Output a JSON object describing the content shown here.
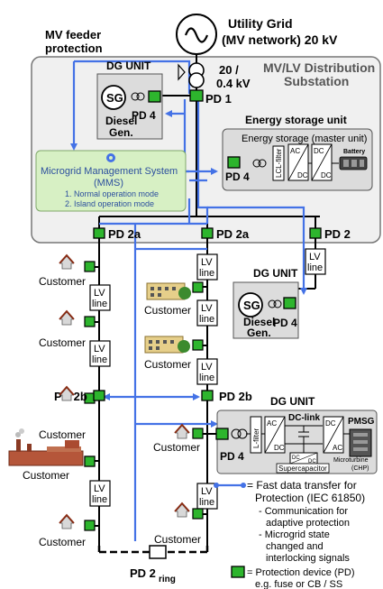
{
  "labels": {
    "mv_feeder_protection": [
      "MV feeder",
      "protection"
    ],
    "utility_grid": [
      "Utility Grid",
      "(MV network) 20 kV"
    ],
    "substation": [
      "MV/LV Distribution",
      "Substation"
    ],
    "transformer_ratio": [
      "20 /",
      "0.4 kV"
    ],
    "pd1": "PD 1",
    "dg_unit_1_title": "DG UNIT",
    "sg": "SG",
    "pd4": "PD 4",
    "diesel_gen": [
      "Diesel",
      "Gen."
    ],
    "energy_storage_title": "Energy storage unit",
    "energy_storage_box_title": "Energy storage (master unit)",
    "lcl_filter": "LCL-filter",
    "ac": "AC",
    "dc": "DC",
    "battery": "Battery",
    "mms_title": [
      "Microgrid Management System",
      "(MMS)"
    ],
    "mms_modes": [
      "1. Normal operation mode",
      "2. Island operation mode"
    ],
    "pd2a": "PD 2a",
    "pd2": "PD 2",
    "pd2b": "PD 2b",
    "pd2_ring_main": "PD 2",
    "pd2_ring_sub": "ring",
    "lv_line": [
      "LV",
      "line"
    ],
    "customer": "Customer",
    "dg_unit_2_title": "DG UNIT",
    "dg_unit_3_title": "DG UNIT",
    "dc_link": "DC-link",
    "l_filter": "L-filter",
    "pmsg": "PMSG",
    "supercapacitor": "Supercapacitor",
    "microturbine": [
      "Microturbine",
      "(CHP)"
    ]
  },
  "legend": {
    "comm_items": [
      "= Fast data transfer for",
      "Protection (IEC 61850)",
      "- Communication for",
      "adaptive protection",
      "- Microgrid state",
      "changed and",
      "interlocking signals"
    ],
    "pd_items": [
      "= Protection device (PD)",
      "e.g. fuse or CB / SS"
    ]
  },
  "colors": {
    "comm_line": "#4472e6",
    "pd_fill": "#2db52d",
    "mms_fill": "#d7f0c4",
    "substation_fill": "#f0f0f0",
    "box_fill": "#dcdcdc"
  }
}
